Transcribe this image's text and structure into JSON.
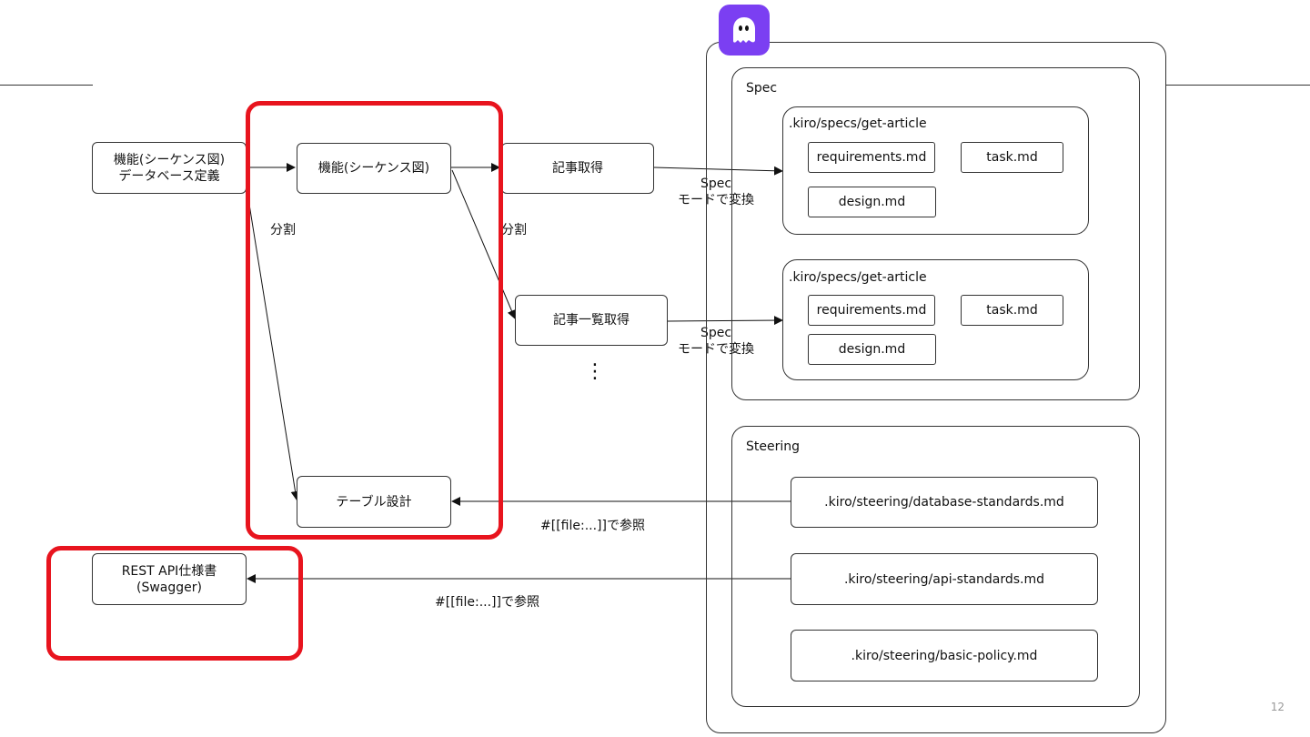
{
  "slide": {
    "page_number": "12"
  },
  "left_flow": {
    "source_box": {
      "line1": "機能(シーケンス図)",
      "line2": "データベース定義"
    },
    "feature_box": "機能(シーケンス図)",
    "table_design_box": "テーブル設計",
    "rest_api_box": {
      "line1": "REST API仕様書",
      "line2": "(Swagger)"
    },
    "split_label_1": "分割",
    "split_label_2": "分割",
    "get_article_box": "記事取得",
    "get_article_list_box": "記事一覧取得",
    "ellipsis": "⋮"
  },
  "arrow_labels": {
    "spec_mode_1": {
      "line1": "Spec",
      "line2": "モードで変換"
    },
    "spec_mode_2": {
      "line1": "Spec",
      "line2": "モードで変換"
    },
    "ref_1": "#[[file:...]]で参照",
    "ref_2": "#[[file:...]]で参照"
  },
  "kiro": {
    "logo_icon": "ghost-icon",
    "spec": {
      "title": "Spec",
      "folders": [
        {
          "path": ".kiro/specs/get-article",
          "files": [
            "requirements.md",
            "task.md",
            "design.md"
          ]
        },
        {
          "path": ".kiro/specs/get-article",
          "files": [
            "requirements.md",
            "task.md",
            "design.md"
          ]
        }
      ]
    },
    "steering": {
      "title": "Steering",
      "files": [
        ".kiro/steering/database-standards.md",
        ".kiro/steering/api-standards.md",
        ".kiro/steering/basic-policy.md"
      ]
    }
  },
  "colors": {
    "highlight": "#e8141e",
    "kiro_purple": "#7b3ff2"
  }
}
